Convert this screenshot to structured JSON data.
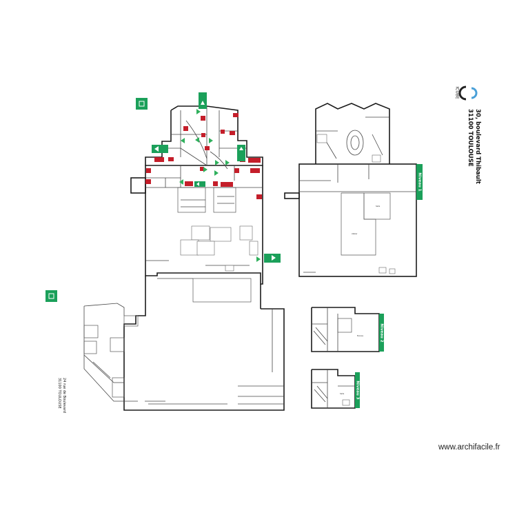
{
  "address_main": {
    "line1": "30, boulevard Thibault",
    "line2": "31100 TOULOUSE"
  },
  "address_secondary": {
    "line1": "24 rue de Boulevard",
    "line2": "31100 TOULOUSE"
  },
  "logo": {
    "text": "ICUBE",
    "icon": "icube-logo-icon"
  },
  "levels": {
    "level1": "Niveau 1",
    "level2": "Niveau 2",
    "level3": "Niveau 3"
  },
  "watermark": "www.archifacile.fr",
  "colors": {
    "exit_green": "#1ba05a",
    "fire_red": "#c41e2a",
    "wall": "#1a1a1a"
  },
  "icons": [
    "emergency-exit-sign-icon",
    "assembly-point-icon",
    "fire-extinguisher-icon",
    "evacuation-arrow-icon",
    "stairs-icon"
  ]
}
